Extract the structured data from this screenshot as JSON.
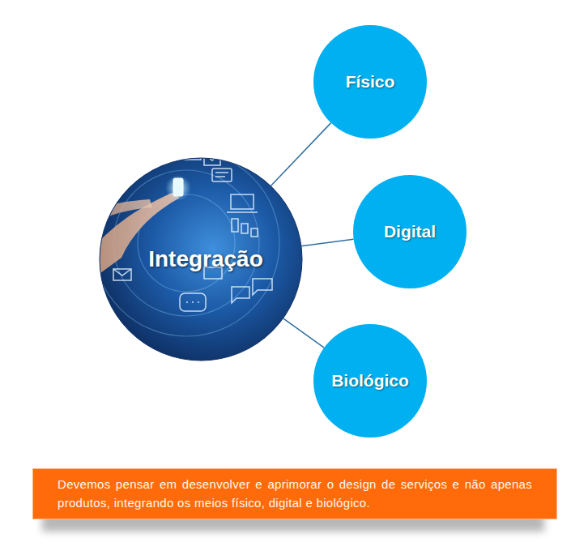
{
  "diagram": {
    "nodes": [
      {
        "text": [
          "Integração"
        ]
      },
      {
        "text": [
          "Físico"
        ]
      },
      {
        "text": [
          "Digital"
        ]
      },
      {
        "text": [
          "Biológico"
        ]
      },
      {
        "text": [
          "Devemos pensar em desenvolver e aprimorar o design de serviços e não apenas produtos, integrando os meios físico, digital e biológico."
        ]
      }
    ],
    "edges": [
      {
        "from": 0,
        "to": 1,
        "arrow": "none"
      },
      {
        "from": 0,
        "to": 2,
        "arrow": "none"
      },
      {
        "from": 0,
        "to": 3,
        "arrow": "none"
      }
    ]
  }
}
